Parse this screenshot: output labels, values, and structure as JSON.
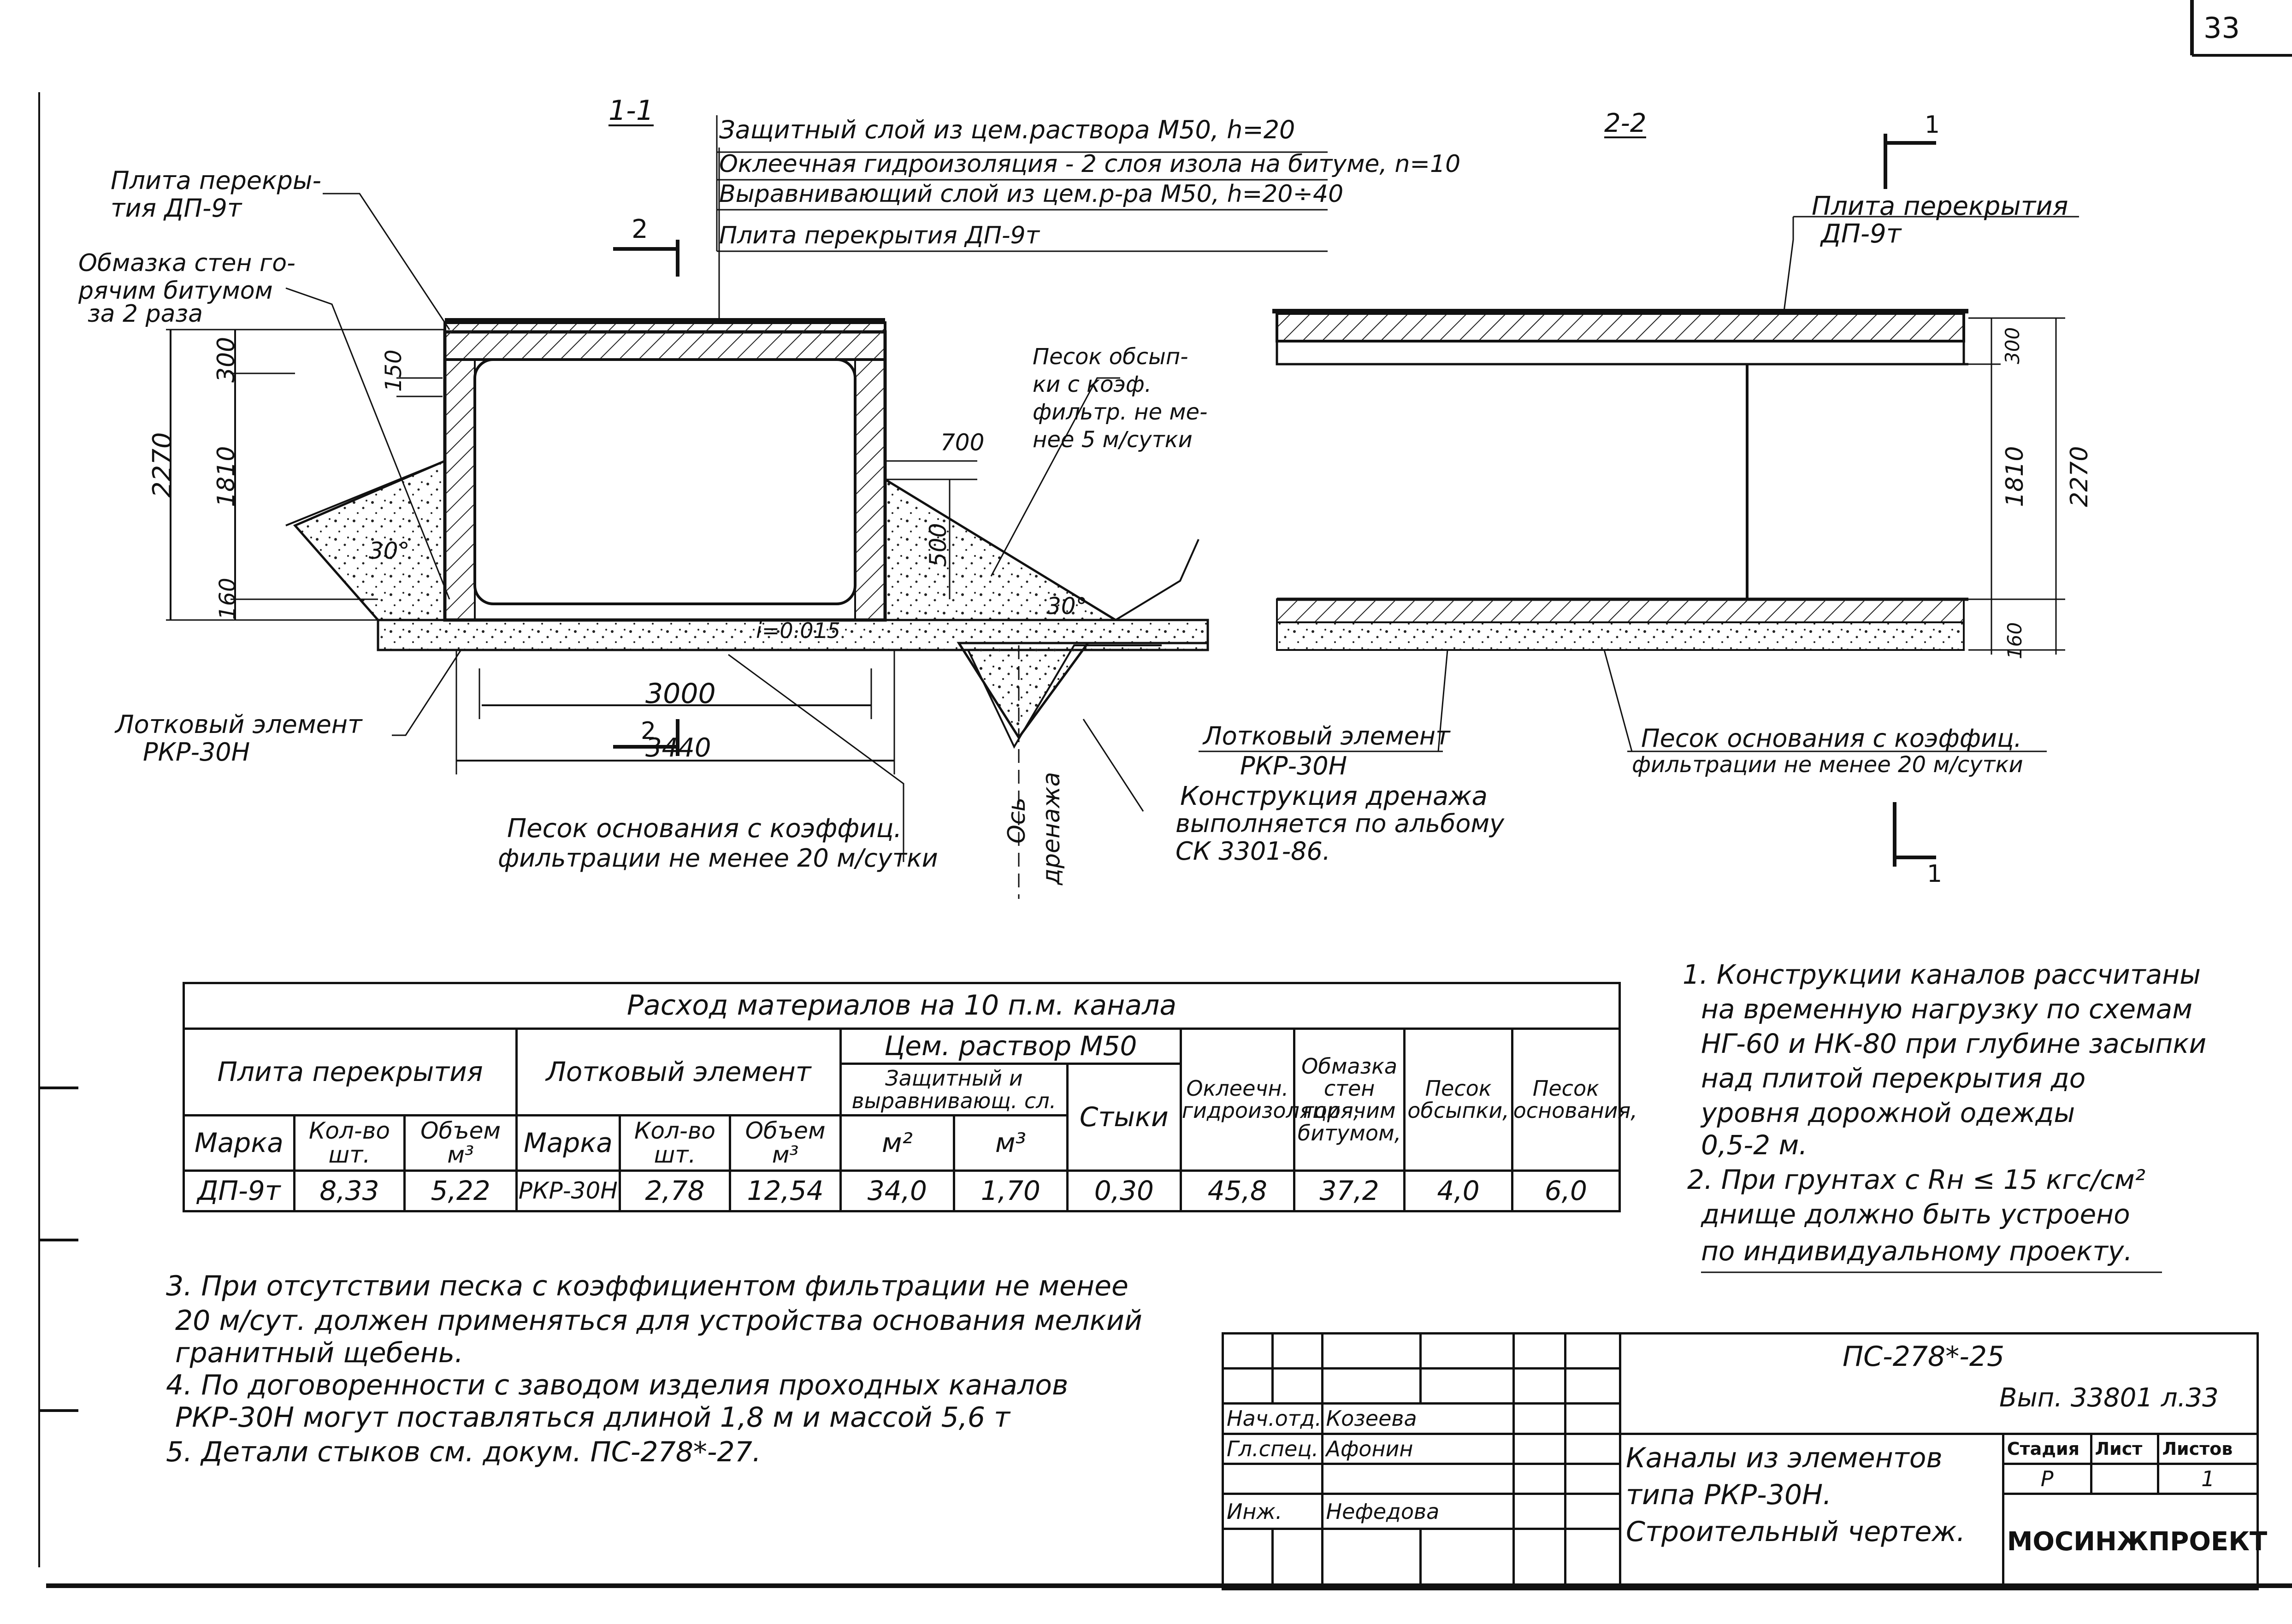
{
  "sheet": {
    "number": "33"
  },
  "section_1_1": {
    "title": "1-1",
    "layers": [
      "Защитный слой из цем.раствора М50, h=20",
      "Оклеечная гидроизоляция - 2 слоя изола на битуме, n=10",
      "Выравнивающий слой из цем.р-ра М50, h=20÷40",
      "Плита перекрытия ДП-9т"
    ],
    "labels": {
      "slab": [
        "Плита перекры-",
        "тия ДП-9т"
      ],
      "coating": [
        "Обмазка стен го-",
        "рячим битумом",
        "за 2 раза"
      ],
      "sand_backfill": [
        "Песок обсып-",
        "ки с коэф.",
        "фильтр. не ме-",
        "нее 5 м/сутки"
      ],
      "tray": [
        "Лотковый элемент",
        "РКР-30Н"
      ],
      "sand_base": [
        "Песок основания с коэффиц.",
        "фильтрации не менее 20 м/сутки"
      ],
      "drain_axis": [
        "Ось",
        "дренажа"
      ],
      "drain": [
        "Конструкция дренажа",
        "выполняется по альбому",
        "СК 3301-86."
      ],
      "cut_mark": "2",
      "slope": "i=0.015"
    },
    "dims": {
      "h_total": "2270",
      "h_top": "300",
      "h_mid": "1810",
      "h_bot": "160",
      "h_slab": "150",
      "w_700": "700",
      "h_500": "500",
      "angle_left": "30°",
      "angle_right": "30°",
      "w_inner": "3000",
      "w_outer": "3440"
    }
  },
  "section_2_2": {
    "title": "2-2",
    "cut_mark": "1",
    "labels": {
      "slab": [
        "Плита перекрытия",
        "ДП-9т"
      ],
      "tray": [
        "Лотковый элемент",
        "РКР-30Н"
      ],
      "sand_base": [
        "Песок основания с коэффиц.",
        "фильтрации не менее 20 м/сутки"
      ]
    },
    "dims": {
      "h_top": "300",
      "h_mid": "1810",
      "h_total": "2270",
      "h_bot": "160"
    }
  },
  "materials_table": {
    "title": "Расход материалов на 10 п.м. канала",
    "groups": {
      "slab": "Плита перекрытия",
      "tray": "Лотковый элемент",
      "cement": "Цем. раствор М50",
      "cement_protective": "Защитный и выравнивающ. сл.",
      "cement_joints": "Стыки",
      "waterproof": "Оклеечн. гидроизоляция,",
      "coating": "Обмазка стен горячим битумом,",
      "sand_fill": "Песок обсыпки,",
      "sand_base": "Песок основания,"
    },
    "sub": {
      "mark": "Марка",
      "qty": "Кол-во шт.",
      "vol": "Объем м³",
      "m2": "м²",
      "m3": "м³"
    },
    "row": [
      "ДП-9т",
      "8,33",
      "5,22",
      "РКР-30Н",
      "2,78",
      "12,54",
      "34,0",
      "1,70",
      "0,30",
      "45,8",
      "37,2",
      "4,0",
      "6,0"
    ]
  },
  "notes_right": [
    "1. Конструкции каналов рассчитаны",
    "на временную нагрузку по схемам",
    "НГ-60 и НК-80 при глубине засыпки",
    "над плитой перекрытия до",
    "уровня дорожной одежды",
    "0,5-2 м.",
    "2. При грунтах с Rн ≤ 15 кгс/см²",
    "днище должно быть устроено",
    "по индивидуальному проекту."
  ],
  "notes_left": [
    "3. При отсутствии песка с коэффициентом фильтрации не менее",
    "20 м/сут. должен применяться для устройства основания мелкий",
    "гранитный щебень.",
    "4. По договоренности с заводом изделия проходных каналов",
    "РКР-30Н могут поставляться длиной 1,8 м и массой 5,6 т",
    "5. Детали стыков см. докум. ПС-278*-27."
  ],
  "title_block": {
    "code": "ПС-278*-25",
    "album": "Вып. 33801 л.33",
    "rows": [
      {
        "role": "Нач.отд.",
        "name": "Козеева"
      },
      {
        "role": "Гл.спец.",
        "name": "Афонин"
      },
      {
        "role": "",
        "name": ""
      },
      {
        "role": "Инж.",
        "name": "Нефедова"
      }
    ],
    "headers": {
      "stage": "Стадия",
      "sheet": "Лист",
      "sheets": "Листов"
    },
    "stage_value": "Р",
    "sheets_value": "1",
    "title_lines": [
      "Каналы из элементов",
      "типа РКР-30Н.",
      "Строительный чертеж."
    ],
    "org": "МОСИНЖПРОЕКТ"
  }
}
